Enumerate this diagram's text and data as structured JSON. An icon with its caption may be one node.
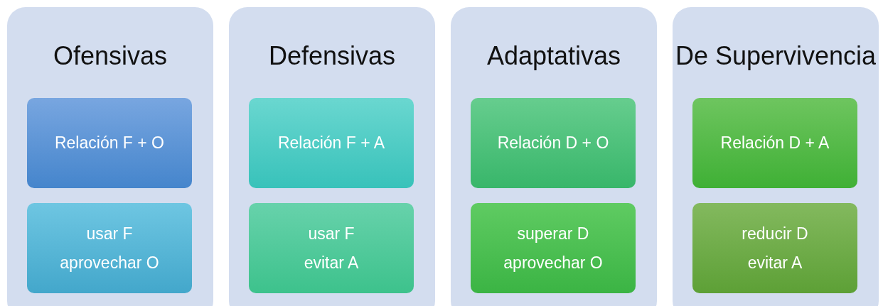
{
  "diagram": {
    "nodes": [
      {
        "text": [
          "Ofensivas"
        ]
      },
      {
        "text": [
          "Relación F + O"
        ],
        "in": 0
      },
      {
        "text": [
          "usar F",
          "aprovechar O"
        ],
        "in": 0
      },
      {
        "text": [
          "Defensivas"
        ]
      },
      {
        "text": [
          "Relación F + A"
        ],
        "in": 3
      },
      {
        "text": [
          "usar F",
          "evitar A"
        ],
        "in": 3
      },
      {
        "text": [
          "Adaptativas"
        ]
      },
      {
        "text": [
          "Relación D + O"
        ],
        "in": 6
      },
      {
        "text": [
          "superar D",
          "aprovechar O"
        ],
        "in": 6
      },
      {
        "text": [
          "De Supervivencia"
        ]
      },
      {
        "text": [
          "Relación D + A"
        ],
        "in": 9
      },
      {
        "text": [
          "reducir D",
          "evitar A"
        ],
        "in": 9
      }
    ]
  }
}
